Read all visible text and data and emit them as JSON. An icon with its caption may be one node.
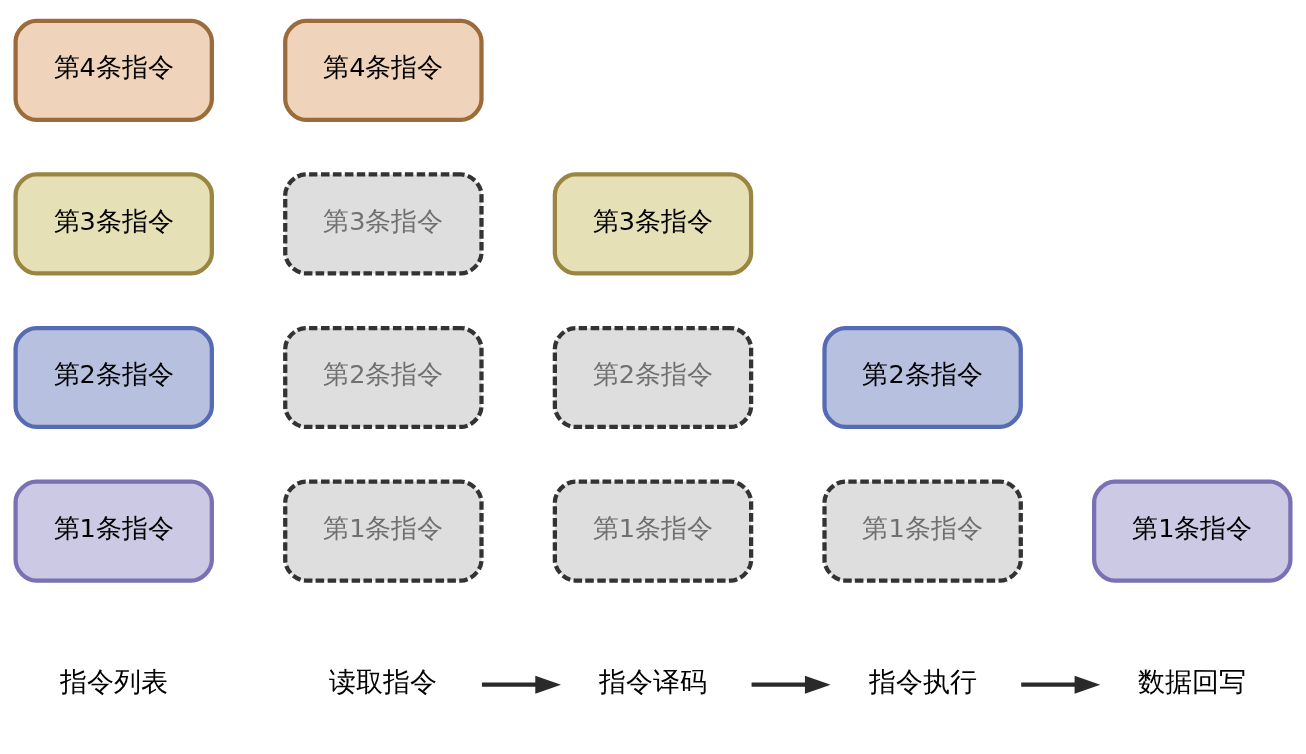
{
  "diagram": {
    "nodes": [
      {
        "text": [
          "读取指令"
        ]
      },
      {
        "text": [
          "指令译码"
        ]
      },
      {
        "text": [
          "指令执行"
        ]
      },
      {
        "text": [
          "数据回写"
        ]
      },
      {
        "text": [
          "第1条指令"
        ]
      },
      {
        "text": [
          "第1条指令"
        ]
      },
      {
        "text": [
          "第1条指令"
        ]
      },
      {
        "text": [
          "第1条指令"
        ]
      },
      {
        "text": [
          "第1条指令"
        ]
      },
      {
        "text": [
          "第2条指令"
        ]
      },
      {
        "text": [
          "第2条指令"
        ]
      },
      {
        "text": [
          "第2条指令"
        ]
      },
      {
        "text": [
          "第2条指令"
        ]
      },
      {
        "text": [
          "第3条指令"
        ]
      },
      {
        "text": [
          "第3条指令"
        ]
      },
      {
        "text": [
          "第3条指令"
        ]
      },
      {
        "text": [
          "第4条指令"
        ]
      },
      {
        "text": [
          "第4条指令"
        ]
      }
    ],
    "edges": [
      {
        "from": 0,
        "to": 1,
        "arrow": "to"
      },
      {
        "from": 1,
        "to": 2,
        "arrow": "to"
      },
      {
        "from": 2,
        "to": 3,
        "arrow": "to"
      }
    ],
    "labels": [
      "指令列表"
    ]
  }
}
